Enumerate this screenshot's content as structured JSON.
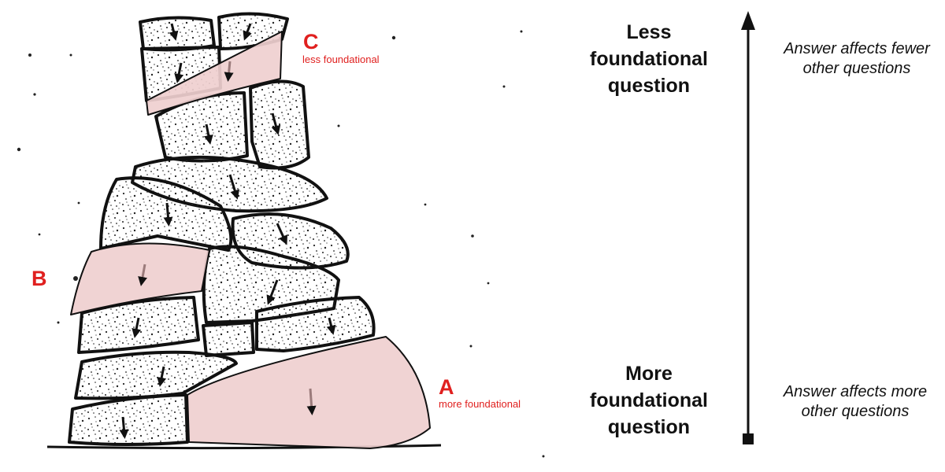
{
  "labels": {
    "c": {
      "letter": "C",
      "desc": "less foundational"
    },
    "b": {
      "letter": "B"
    },
    "a": {
      "letter": "A",
      "desc": "more foundational"
    }
  },
  "scale": {
    "top_title": [
      "Less",
      "foundational",
      "question"
    ],
    "bottom_title": [
      "More",
      "foundational",
      "question"
    ],
    "top_note": [
      "Answer affects fewer",
      "other questions"
    ],
    "bottom_note": [
      "Answer affects more",
      "other questions"
    ]
  },
  "colors": {
    "label_red": "#e0201f",
    "highlight": "#efcfcf",
    "stone": "#ffffff",
    "ink": "#111111"
  }
}
